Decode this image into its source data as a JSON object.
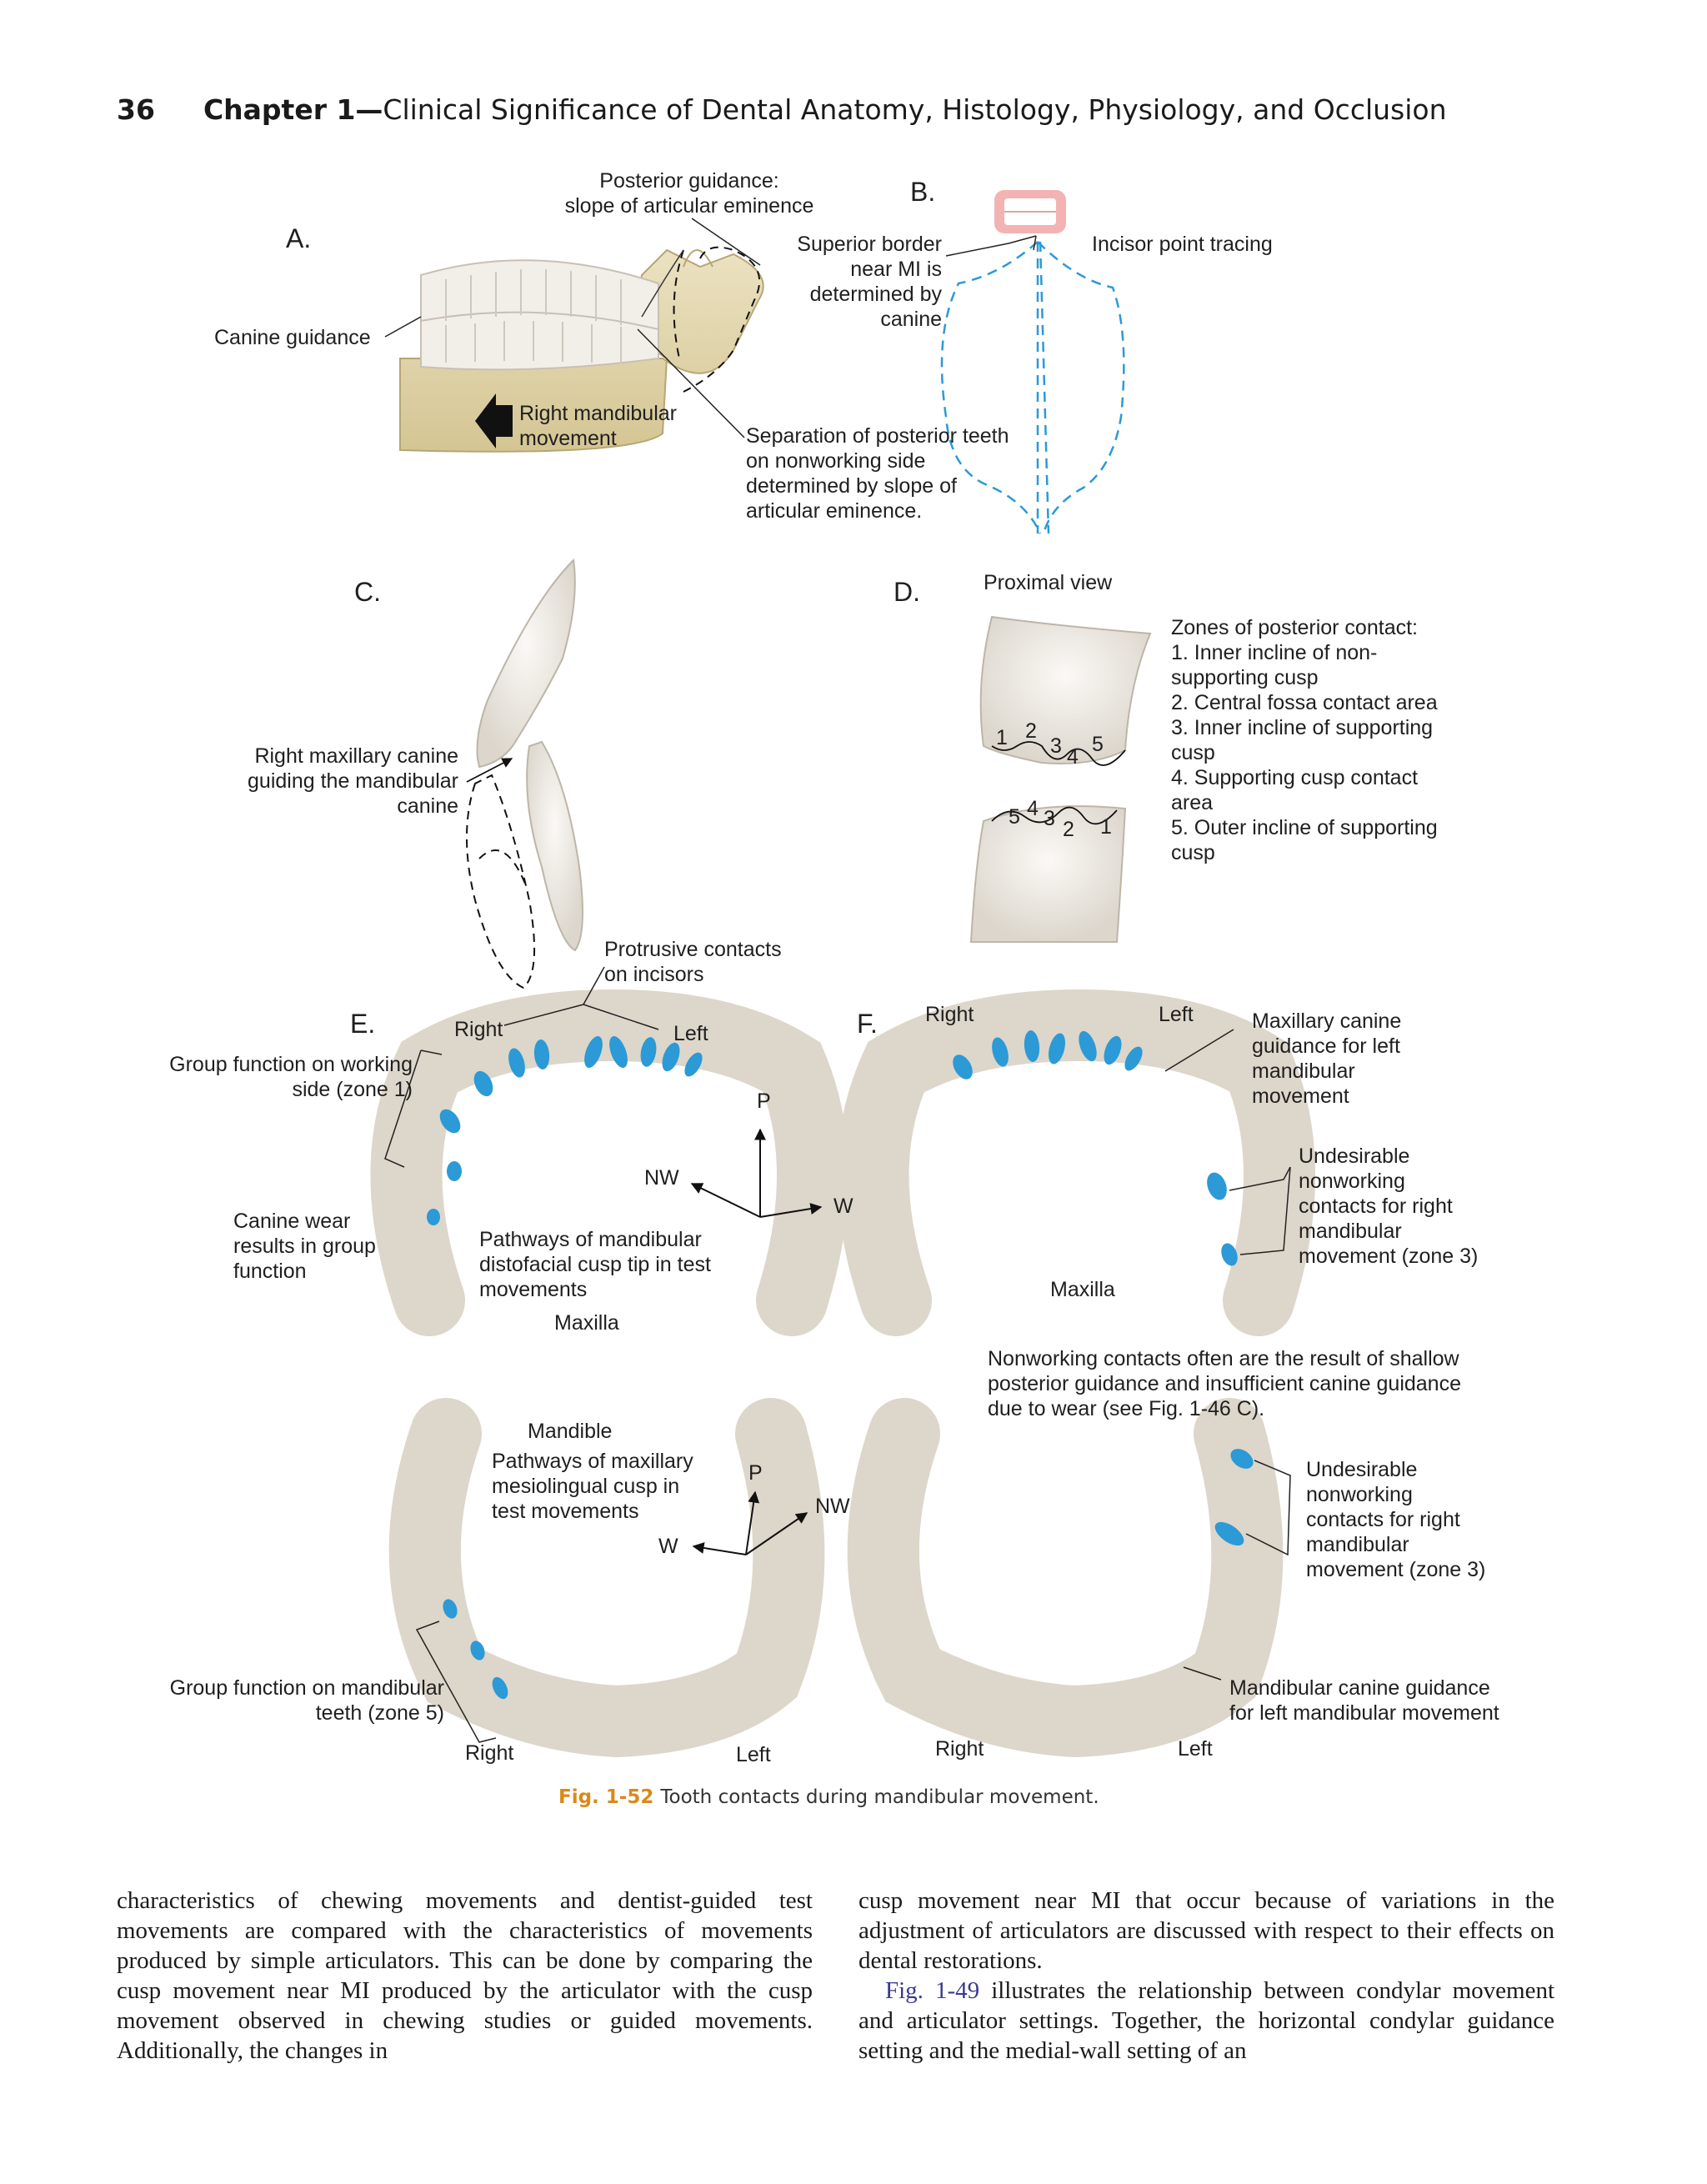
{
  "header": {
    "page_number": "36",
    "chapter": "Chapter 1—",
    "title": "Clinical Significance of Dental Anatomy, Histology, Physiology, and Occlusion"
  },
  "figure": {
    "panels": {
      "a": "A.",
      "b": "B.",
      "c": "C.",
      "d": "D.",
      "e": "E.",
      "f": "F."
    },
    "panel_a": {
      "posterior_guidance": "Posterior guidance:\nslope of articular eminence",
      "canine_guidance": "Canine guidance",
      "movement": "Right mandibular\nmovement",
      "separation": "Separation of posterior teeth\non nonworking side\ndetermined by slope of\narticular eminence."
    },
    "panel_b": {
      "superior_border": "Superior border\nnear MI is\ndetermined by\ncanine",
      "tracing": "Incisor point tracing"
    },
    "panel_c": {
      "canine": "Right maxillary canine\nguiding the mandibular\ncanine"
    },
    "panel_d": {
      "proximal_view": "Proximal view",
      "zones": "Zones of posterior contact:\n1. Inner incline of non-\n    supporting cusp\n2. Central fossa contact area\n3. Inner incline of supporting\n    cusp\n4. Supporting cusp contact\n    area\n5. Outer incline of supporting\n    cusp",
      "upper_numbers": [
        "1",
        "2",
        "3",
        "4",
        "5"
      ],
      "lower_numbers": [
        "5",
        "4",
        "3",
        "2",
        "1"
      ]
    },
    "panel_e": {
      "protrusive": "Protrusive contacts\non incisors",
      "right": "Right",
      "left": "Left",
      "group_working": "Group function on working\nside (zone 1)",
      "canine_wear": "Canine wear\nresults in group\nfunction",
      "pathways": "Pathways of mandibular\ndistofacial cusp tip in test\nmovements",
      "maxilla": "Maxilla",
      "p": "P",
      "nw": "NW",
      "w": "W"
    },
    "panel_f": {
      "right": "Right",
      "left": "Left",
      "max_canine": "Maxillary canine\nguidance for left\nmandibular\nmovement",
      "undesirable": "Undesirable\nnonworking\ncontacts for right\nmandibular\nmovement (zone 3)",
      "maxilla": "Maxilla",
      "note": "Nonworking contacts often are the result of shallow\nposterior guidance and insufficient canine guidance\ndue to wear (see Fig. 1-46 C)."
    },
    "mandible_left": {
      "mandible": "Mandible",
      "pathways": "Pathways of maxillary\nmesiolingual cusp in\ntest movements",
      "p": "P",
      "nw": "NW",
      "w": "W",
      "group_mand": "Group function on mandibular\nteeth (zone 5)",
      "right": "Right",
      "left": "Left"
    },
    "mandible_right": {
      "undesirable": "Undesirable\nnonworking\ncontacts for right\nmandibular\nmovement (zone 3)",
      "mand_canine": "Mandibular canine guidance\nfor left mandibular movement",
      "right": "Right",
      "left": "Left"
    },
    "caption_number": "Fig. 1-52",
    "caption_text": "Tooth contacts during mandibular movement."
  },
  "body": {
    "col1": "characteristics of chewing movements and dentist-guided test movements are compared with the characteristics of movements produced by simple articulators. This can be done by comparing the cusp movement near MI produced by the articulator with the cusp movement observed in chewing studies or guided movements. Additionally, the changes in",
    "col2_a": "cusp movement near MI that occur because of variations in the adjustment of articulators are discussed with respect to their effects on dental restorations.",
    "col2_link": "Fig. 1-49",
    "col2_b": "illustrates the relationship between condylar movement and articulator settings. Together, the horizontal condylar guidance setting and the medial-wall setting of an"
  },
  "colors": {
    "accent_blue": "#2b9ad6",
    "tooth": "#efeae3",
    "bone": "#e2d6ae",
    "caption": "#d98a1a"
  }
}
